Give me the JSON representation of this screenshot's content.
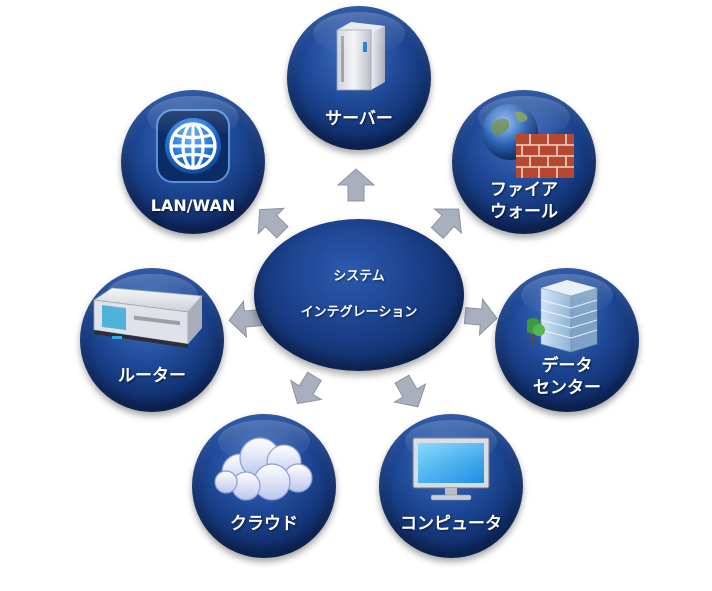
{
  "center": {
    "line1": "システム",
    "line2": "インテグレーション"
  },
  "nodes": {
    "server": {
      "label": "サーバー",
      "icon": "server-icon"
    },
    "lanwan": {
      "label": "LAN/WAN",
      "icon": "globe-icon"
    },
    "firewall": {
      "line1": "ファイア",
      "line2": "ウォール",
      "icon": "firewall-icon"
    },
    "router": {
      "label": "ルーター",
      "icon": "router-icon"
    },
    "datacenter": {
      "line1": "データ",
      "line2": "センター",
      "icon": "datacenter-building-icon"
    },
    "cloud": {
      "label": "クラウド",
      "icon": "cloud-icon"
    },
    "computer": {
      "label": "コンピュータ",
      "icon": "monitor-icon"
    }
  },
  "colors": {
    "node_fill": "#1f4a98",
    "node_edge": "#0a1f4c",
    "arrow_fill": "#a9afbd",
    "label_text": "#ffffff"
  }
}
